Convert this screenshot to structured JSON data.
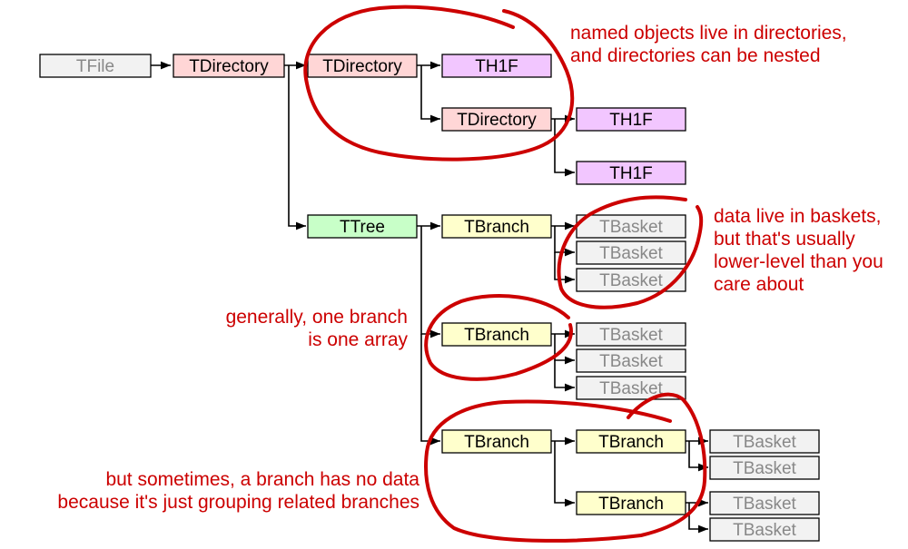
{
  "colors": {
    "tfile": "#f2f2f2",
    "tdirectory": "#ffd6d6",
    "th1f": "#f2c6ff",
    "ttree": "#c8ffc8",
    "tbranch": "#ffffcc",
    "tbasket": "#f2f2f2",
    "edge": "#000000",
    "annotation": "#cc0000",
    "dim_text": "#888888"
  },
  "nodes": {
    "tfile": "TFile",
    "dir_root": "TDirectory",
    "dir_sub": "TDirectory",
    "dir_nested": "TDirectory",
    "hist_1": "TH1F",
    "hist_2": "TH1F",
    "hist_3": "TH1F",
    "tree": "TTree",
    "branch_1": "TBranch",
    "branch_2": "TBranch",
    "branch_3": "TBranch",
    "branch_3a": "TBranch",
    "branch_3b": "TBranch",
    "basket_1a": "TBasket",
    "basket_1b": "TBasket",
    "basket_1c": "TBasket",
    "basket_2a": "TBasket",
    "basket_2b": "TBasket",
    "basket_2c": "TBasket",
    "basket_3a1": "TBasket",
    "basket_3a2": "TBasket",
    "basket_3b1": "TBasket",
    "basket_3b2": "TBasket"
  },
  "annotations": {
    "directories": [
      "named objects live in directories,",
      "and directories can be nested"
    ],
    "baskets": [
      "data live in baskets,",
      "but that's usually",
      "lower-level than you",
      "care about"
    ],
    "branch_array": [
      "generally, one branch",
      "is one array"
    ],
    "grouping": [
      "but sometimes, a branch has no data",
      "because it's just grouping related branches"
    ]
  }
}
